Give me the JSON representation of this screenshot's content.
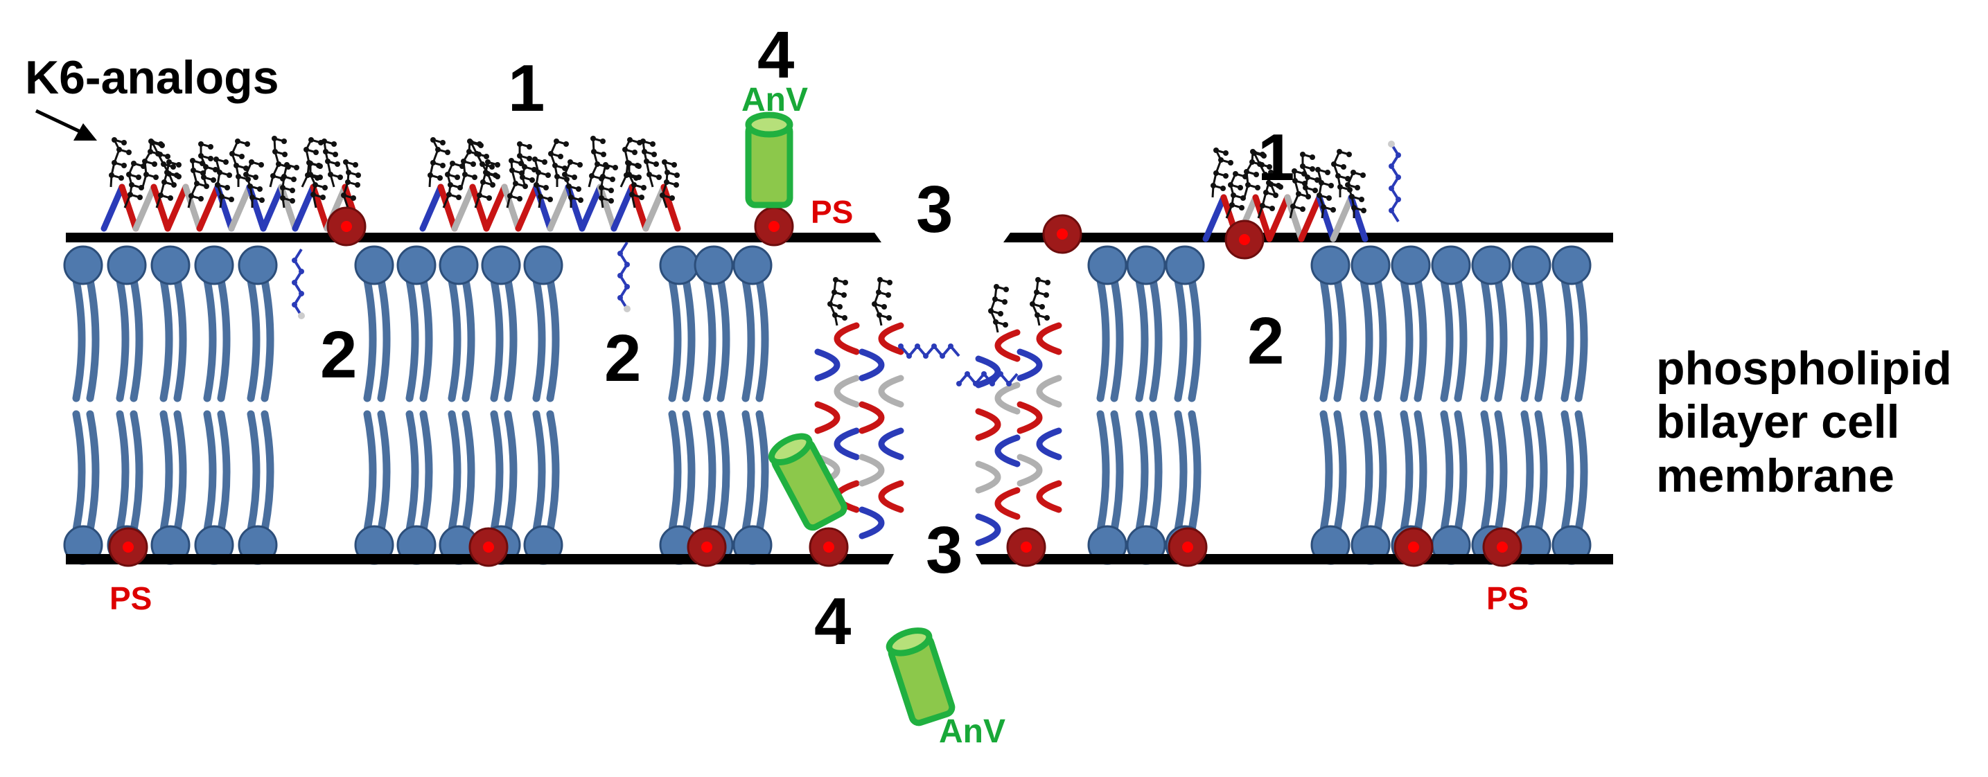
{
  "labels": {
    "k6_analogs": "K6-analogs",
    "membrane_line1": "phospholipid",
    "membrane_line2": "bilayer cell",
    "membrane_line3": "membrane",
    "ps": "PS",
    "anv": "AnV",
    "n1": "1",
    "n2": "2",
    "n3": "3",
    "n4": "4"
  },
  "colors": {
    "lipid_head": "#4f79ad",
    "lipid_tail": "#4a6f9e",
    "ps_head": "#9e1a1a",
    "ps_center": "#ff0000",
    "anv_fill": "#8cc84b",
    "anv_stroke": "#20b040",
    "peptide_red": "#c81414",
    "peptide_blue": "#2a3bb8",
    "peptide_grey": "#b0b0b0",
    "surface_line": "#000000"
  }
}
